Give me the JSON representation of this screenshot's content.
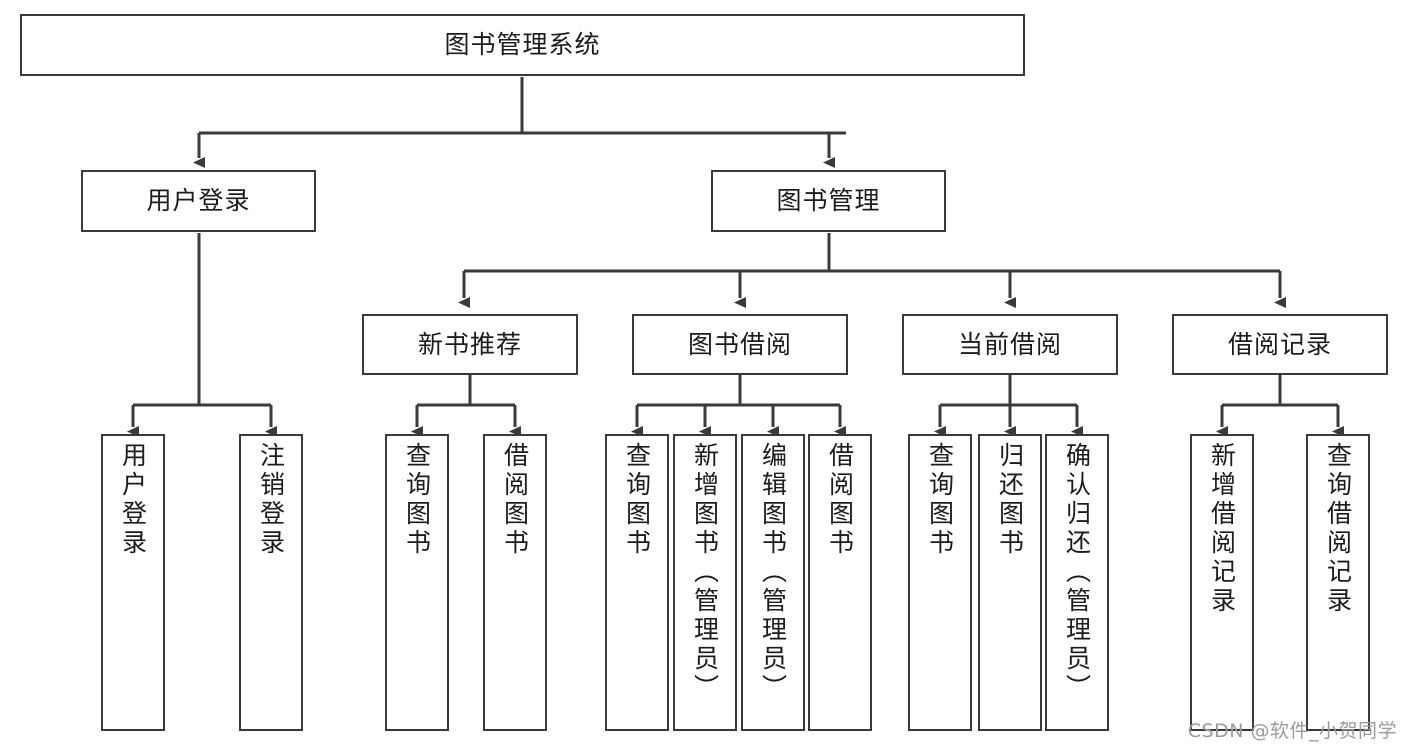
{
  "diagram": {
    "title": "图书管理系统",
    "watermark": "CSDN @软件_小贺同学",
    "line_color": "#3a3a3a",
    "box_border_color": "#3a3a3a",
    "box_fill": "#ffffff",
    "text_color": "#1c1c1c",
    "watermark_color": "#9b9b9b"
  },
  "nodes": {
    "root": {
      "label": "图书管理系统"
    },
    "level2": [
      {
        "id": "user-login",
        "label": "用户登录"
      },
      {
        "id": "book-manage",
        "label": "图书管理"
      }
    ],
    "level3": [
      {
        "id": "new-book-recommend",
        "label": "新书推荐"
      },
      {
        "id": "book-borrow",
        "label": "图书借阅"
      },
      {
        "id": "current-borrow",
        "label": "当前借阅"
      },
      {
        "id": "borrow-record",
        "label": "借阅记录"
      }
    ],
    "leaves": [
      {
        "id": "leaf-user-login",
        "label": "用户登录",
        "parent": "user-login"
      },
      {
        "id": "leaf-user-logout",
        "label": "注销登录",
        "parent": "user-login"
      },
      {
        "id": "leaf-query-book-1",
        "label": "查询图书",
        "parent": "new-book-recommend"
      },
      {
        "id": "leaf-borrow-book-1",
        "label": "借阅图书",
        "parent": "new-book-recommend"
      },
      {
        "id": "leaf-query-book-2",
        "label": "查询图书",
        "parent": "book-borrow"
      },
      {
        "id": "leaf-add-book",
        "label": "新增图书（管理员）",
        "parent": "book-borrow"
      },
      {
        "id": "leaf-edit-book",
        "label": "编辑图书（管理员）",
        "parent": "book-borrow"
      },
      {
        "id": "leaf-borrow-book-2",
        "label": "借阅图书",
        "parent": "book-borrow"
      },
      {
        "id": "leaf-query-book-3",
        "label": "查询图书",
        "parent": "current-borrow"
      },
      {
        "id": "leaf-return-book",
        "label": "归还图书",
        "parent": "current-borrow"
      },
      {
        "id": "leaf-confirm-return",
        "label": "确认归还（管理员）",
        "parent": "current-borrow"
      },
      {
        "id": "leaf-add-record",
        "label": "新增借阅记录",
        "parent": "borrow-record"
      },
      {
        "id": "leaf-query-record",
        "label": "查询借阅记录",
        "parent": "borrow-record"
      }
    ]
  }
}
